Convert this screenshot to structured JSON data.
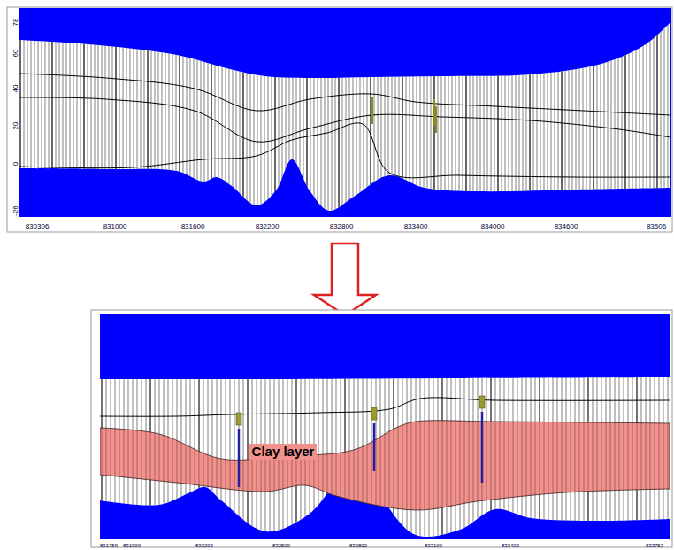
{
  "diagram": {
    "nodes": [
      {
        "text": [
          "Clay layer"
        ]
      }
    ],
    "labels": [
      "78",
      "60",
      "40",
      "20",
      "0",
      "-26",
      "830306",
      "831000",
      "831600",
      "832200",
      "832800",
      "833400",
      "834000",
      "834600",
      "83506",
      "831759",
      "831900",
      "832200",
      "832500",
      "832800",
      "833100",
      "833400",
      "833753"
    ]
  }
}
